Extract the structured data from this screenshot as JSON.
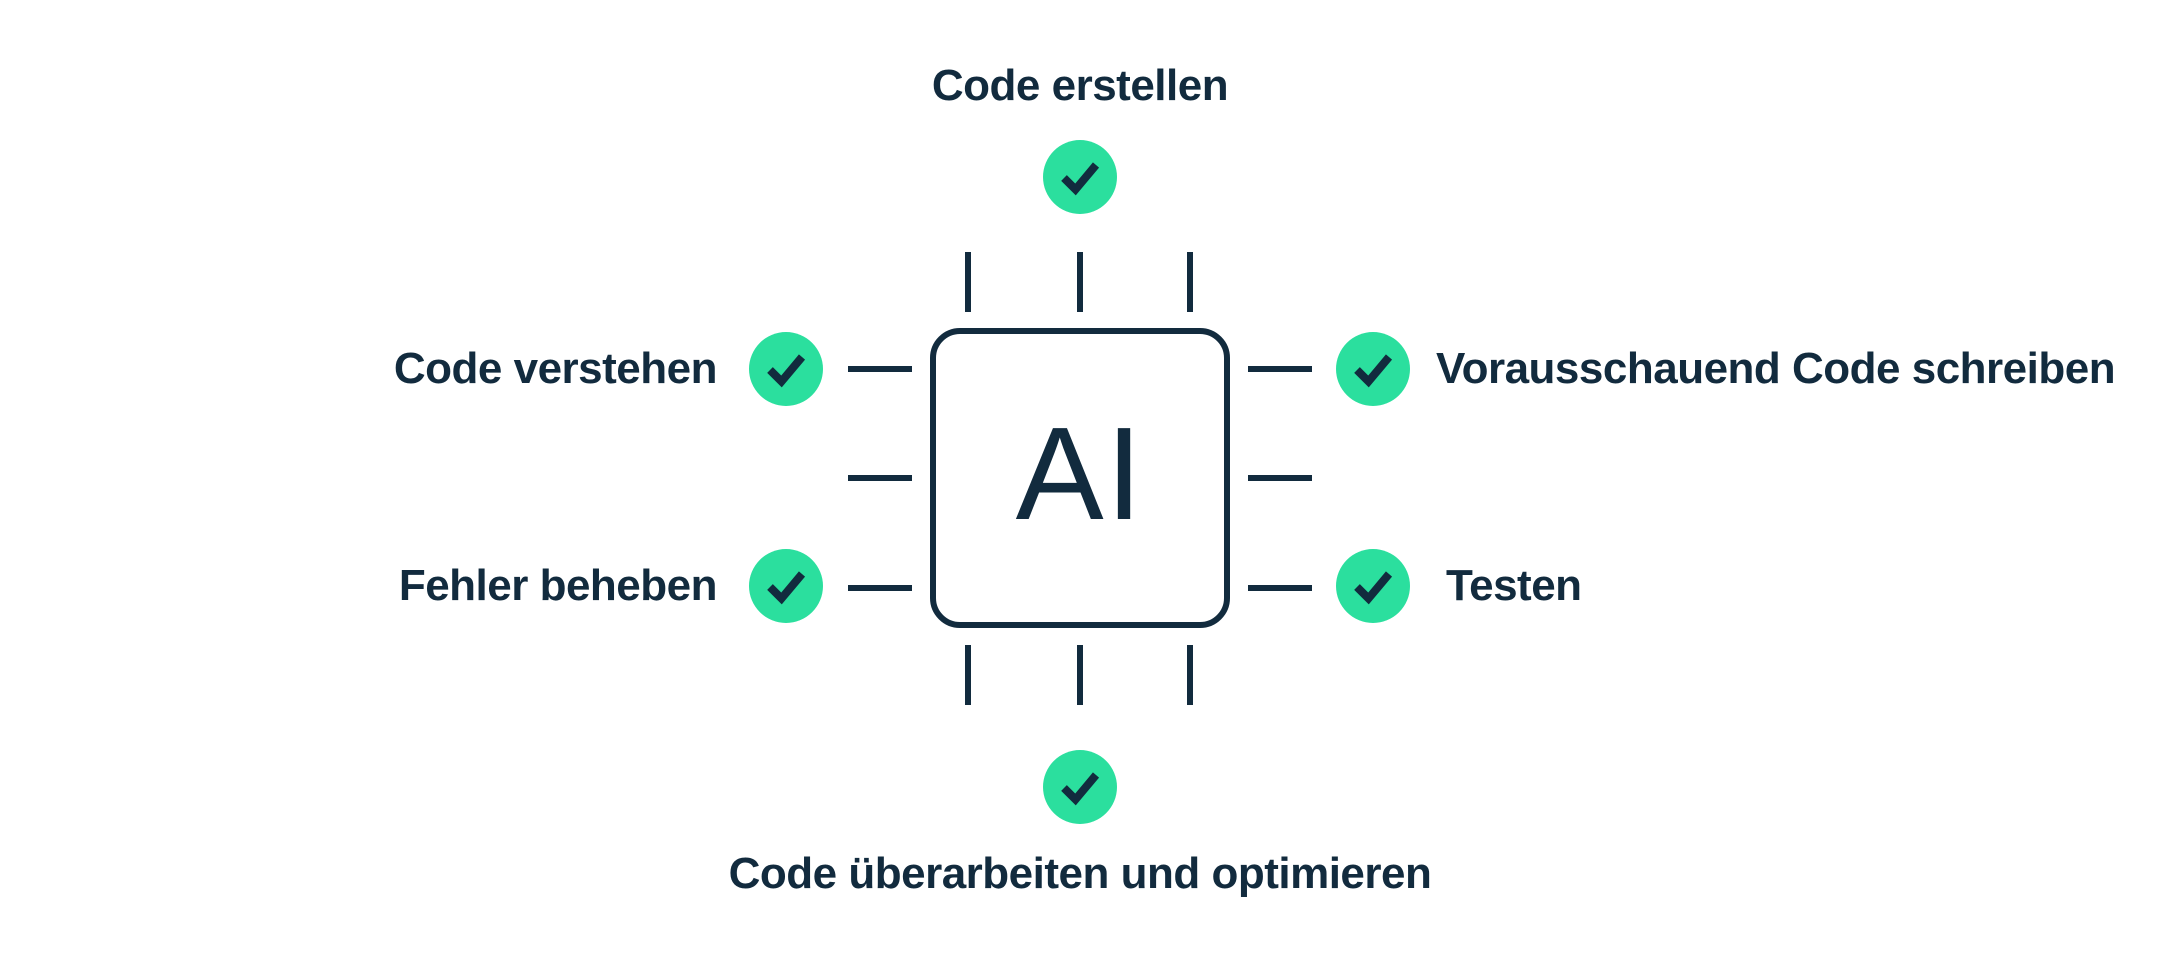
{
  "diagram": {
    "type": "ai-chip-feature-diagram",
    "background_color": "#FFFFFF",
    "colors": {
      "navy": "#122B3E",
      "accent_green": "#2BDF9E"
    }
  },
  "chip": {
    "label": "AI",
    "icon": "ai-chip-icon",
    "pins_per_side": 3
  },
  "check_icon": {
    "name": "check-icon",
    "circle_color": "#2BDF9E",
    "mark_color": "#122B3E"
  },
  "features": [
    {
      "label": "Code erstellen",
      "position": "top"
    },
    {
      "label": "Code verstehen",
      "position": "left-top"
    },
    {
      "label": "Fehler beheben",
      "position": "left-bottom"
    },
    {
      "label": "Vorausschauend Code schreiben",
      "position": "right-top"
    },
    {
      "label": "Testen",
      "position": "right-bottom"
    },
    {
      "label": "Code überarbeiten und optimieren",
      "position": "bottom"
    }
  ]
}
